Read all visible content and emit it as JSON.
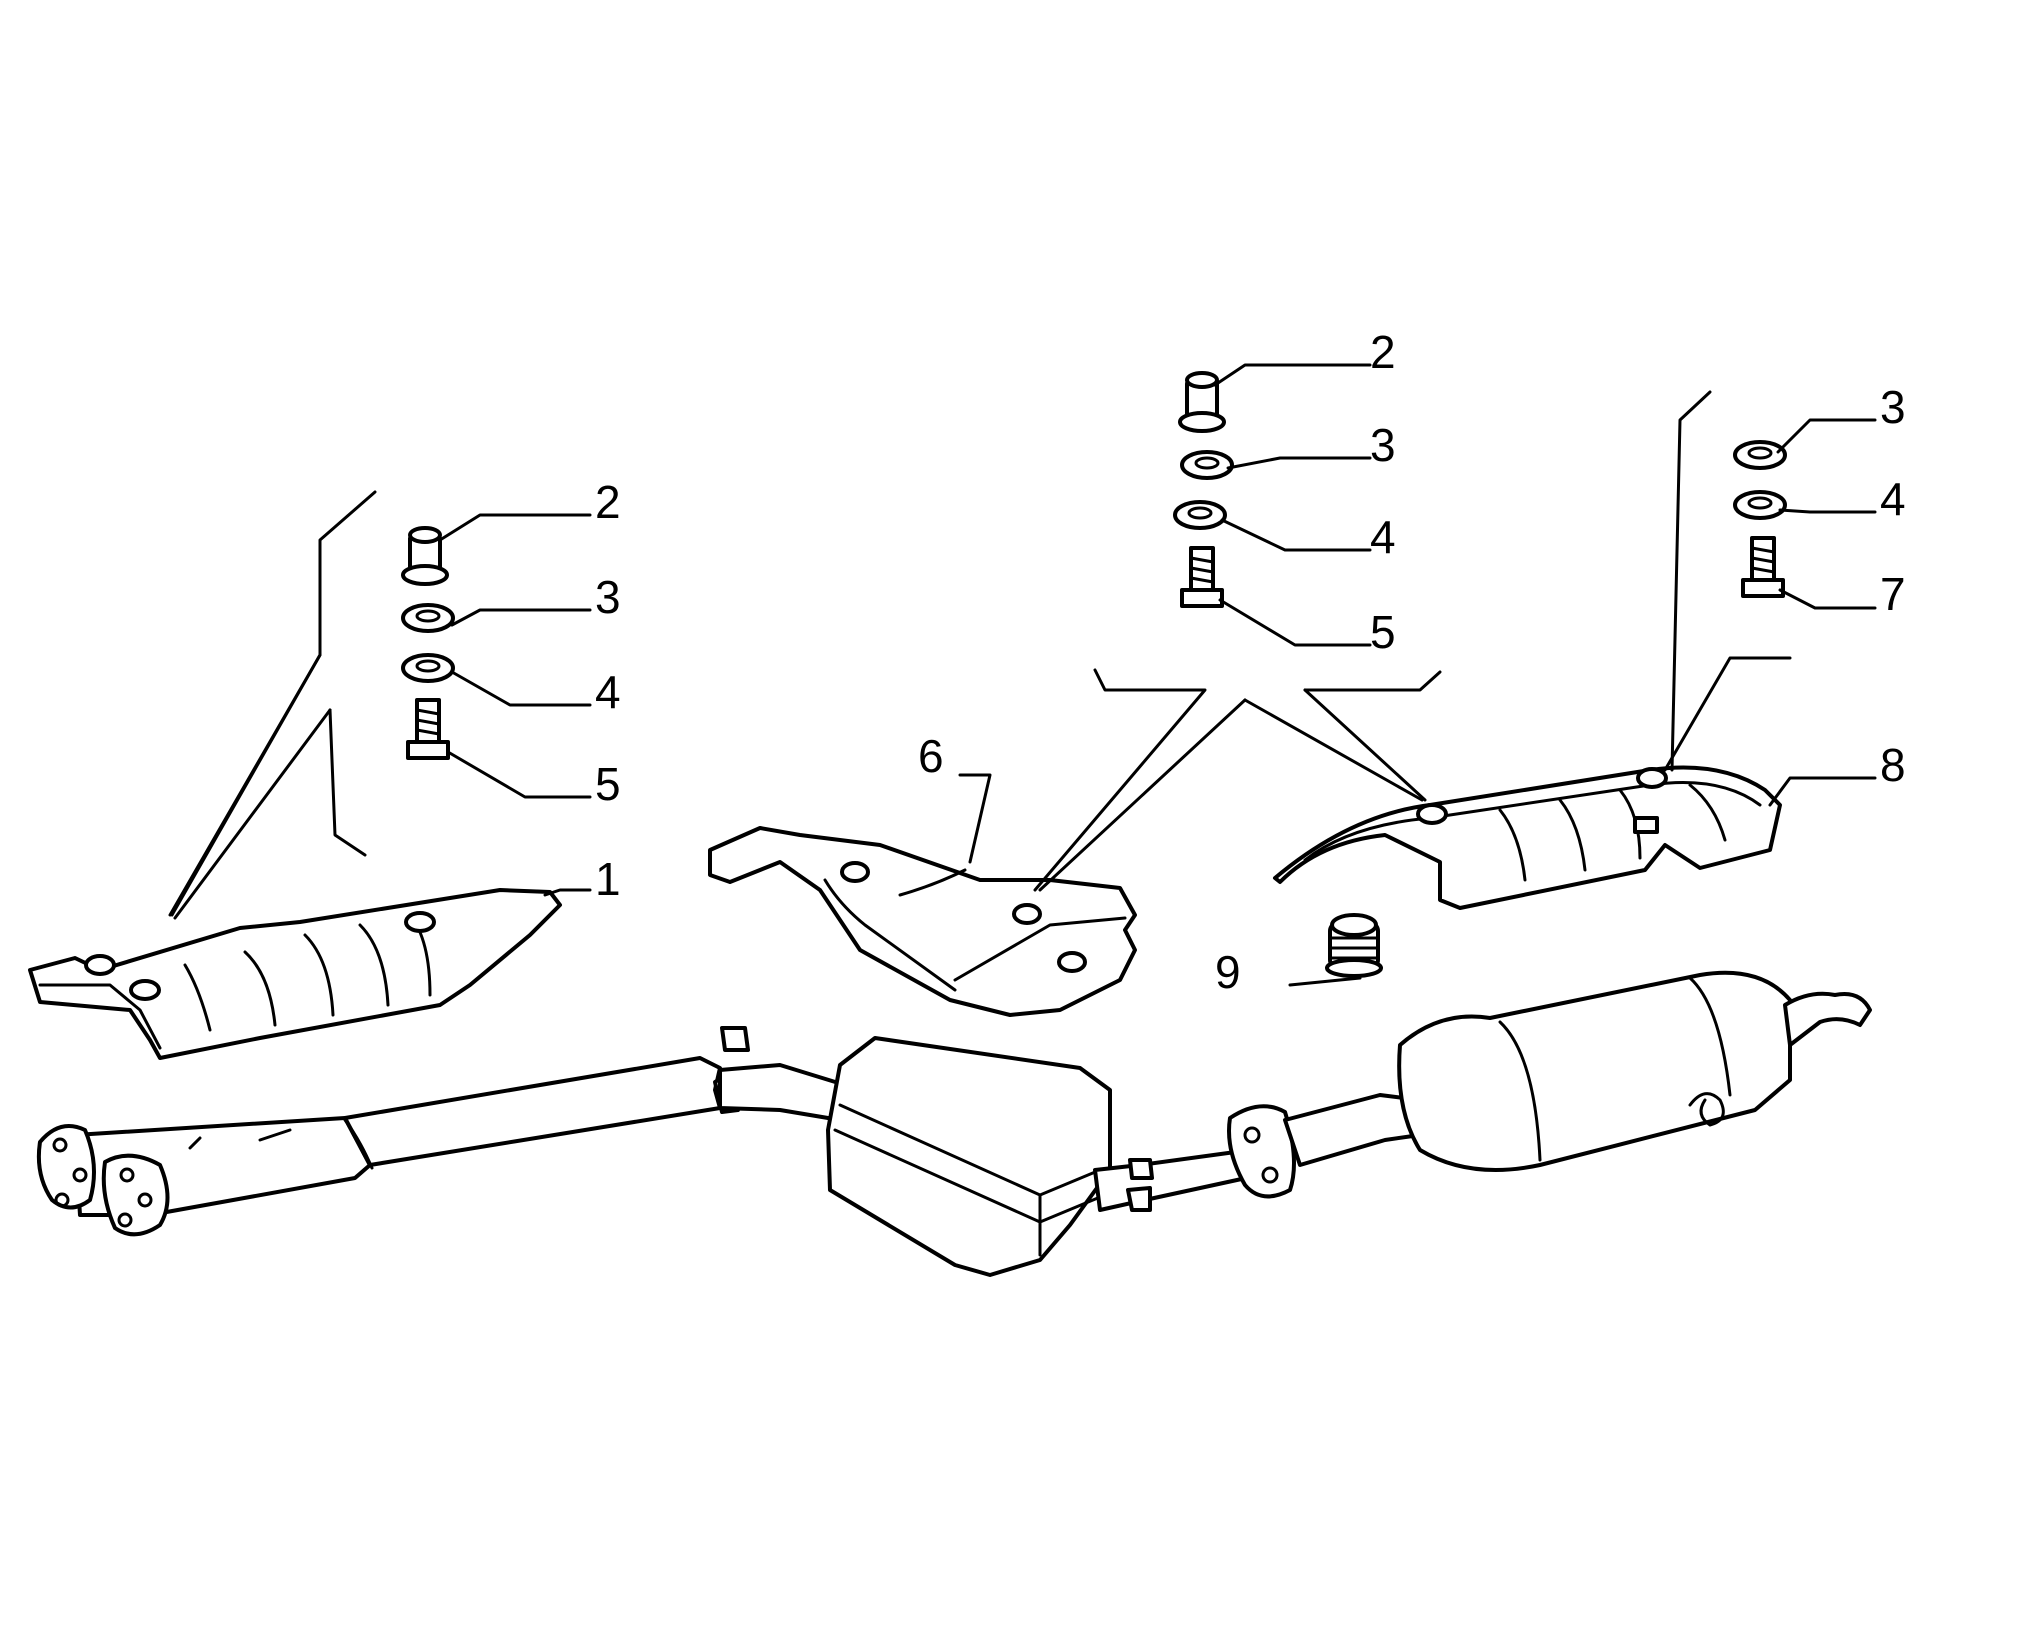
{
  "callouts": {
    "group_left": {
      "c2": "2",
      "c3": "3",
      "c4": "4",
      "c5": "5",
      "c1": "1"
    },
    "group_mid": {
      "c2": "2",
      "c3": "3",
      "c4": "4",
      "c5": "5",
      "c6": "6"
    },
    "group_right": {
      "c3": "3",
      "c4": "4",
      "c7": "7",
      "c8": "8"
    },
    "c9": "9"
  },
  "colors": {
    "ink": "#000000",
    "background": "#ffffff"
  }
}
